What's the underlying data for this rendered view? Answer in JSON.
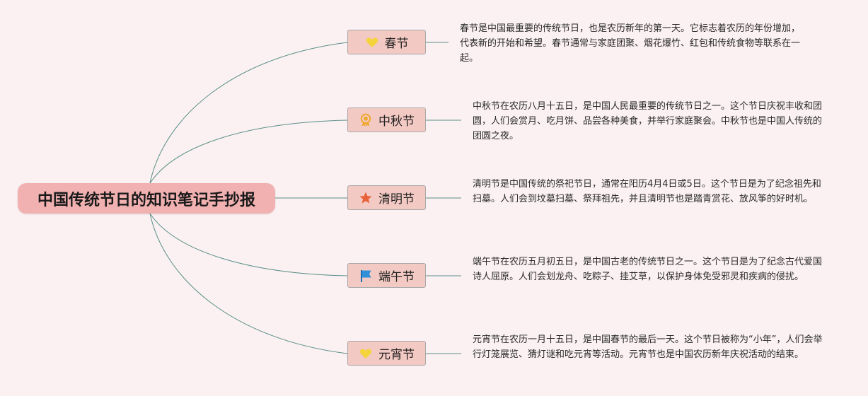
{
  "root": {
    "title": "中国传统节日的知识笔记手抄报"
  },
  "branches": [
    {
      "label": "春节",
      "icon": "heart-icon",
      "description": "春节是中国最重要的传统节日，也是农历新年的第一天。它标志着农历的年份增加，代表新的开始和希望。春节通常与家庭团聚、烟花爆竹、红包和传统食物等联系在一起。"
    },
    {
      "label": "中秋节",
      "icon": "medal-icon",
      "description": "中秋节在农历八月十五日，是中国人民最重要的传统节日之一。这个节日庆祝丰收和团圆，人们会赏月、吃月饼、品尝各种美食，并举行家庭聚会。中秋节也是中国人传统的团圆之夜。"
    },
    {
      "label": "清明节",
      "icon": "star-icon",
      "description": "清明节是中国传统的祭祀节日，通常在阳历4月4日或5日。这个节日是为了纪念祖先和扫墓。人们会到坟墓扫墓、祭拜祖先，并且清明节也是踏青赏花、放风筝的好时机。"
    },
    {
      "label": "端午节",
      "icon": "flag-icon",
      "description": "端午节在农历五月初五日，是中国古老的传统节日之一。这个节日是为了纪念古代爱国诗人屈原。人们会划龙舟、吃粽子、挂艾草，以保护身体免受邪灵和疾病的侵扰。"
    },
    {
      "label": "元宵节",
      "icon": "heart-icon",
      "description": "元宵节在农历一月十五日，是中国春节的最后一天。这个节日被称为“小年”，人们会举行灯笼展览、猜灯谜和吃元宵等活动。元宵节也是中国农历新年庆祝活动的结束。"
    }
  ],
  "colors": {
    "background": "#fbf1f3",
    "root_fill": "#f2b1b1",
    "node_fill": "#f3c9c3",
    "connector": "#5a8f86",
    "heart": "#f5d33a",
    "medal": "#f0a830",
    "star": "#e8623a",
    "flag": "#2f8fd8"
  }
}
